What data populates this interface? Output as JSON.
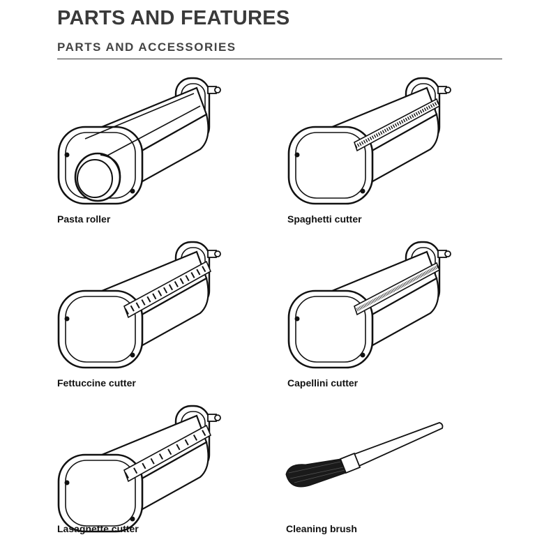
{
  "header": {
    "title": "PARTS AND FEATURES",
    "subtitle": "PARTS AND ACCESSORIES"
  },
  "parts": [
    {
      "label": "Pasta roller",
      "icon": "pasta-roller-illustration"
    },
    {
      "label": "Spaghetti cutter",
      "icon": "spaghetti-cutter-illustration"
    },
    {
      "label": "Fettuccine cutter",
      "icon": "fettuccine-cutter-illustration"
    },
    {
      "label": "Capellini cutter",
      "icon": "capellini-cutter-illustration"
    },
    {
      "label": "Lasagnette cutter",
      "icon": "lasagnette-cutter-illustration"
    },
    {
      "label": "Cleaning brush",
      "icon": "cleaning-brush-illustration"
    }
  ],
  "colors": {
    "ink": "#111111",
    "rule": "#333333",
    "background": "#ffffff"
  }
}
